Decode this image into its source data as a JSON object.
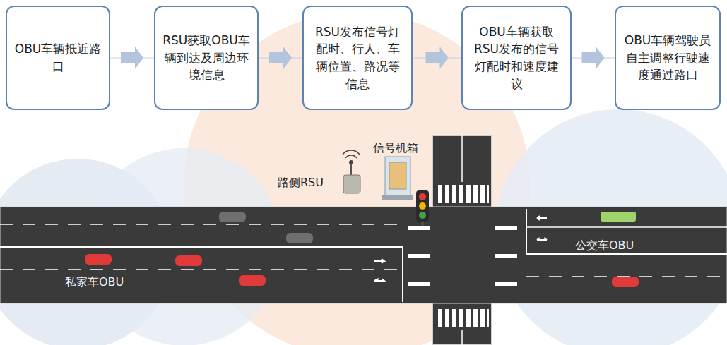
{
  "diagram": {
    "nodes": [
      {
        "text": [
          "OBU车辆抵近路口"
        ]
      },
      {
        "text": [
          "RSU获取OBU车辆到达及周边环境信息"
        ]
      },
      {
        "text": [
          "RSU发布信号灯配时、行人、车辆位置、路况等信息"
        ]
      },
      {
        "text": [
          "OBU车辆获取RSU发布的信号灯配时和速度建议"
        ]
      },
      {
        "text": [
          "OBU车辆驾驶员自主调整行驶速度通过路口"
        ]
      }
    ],
    "edges": [
      {
        "from": 0,
        "to": 1,
        "arrow": "to"
      },
      {
        "from": 1,
        "to": 2,
        "arrow": "to"
      },
      {
        "from": 2,
        "to": 3,
        "arrow": "to"
      },
      {
        "from": 3,
        "to": 4,
        "arrow": "to"
      }
    ],
    "labels": [
      "信号机箱",
      "路侧RSU",
      "私家车OBU",
      "公交车OBU"
    ]
  }
}
